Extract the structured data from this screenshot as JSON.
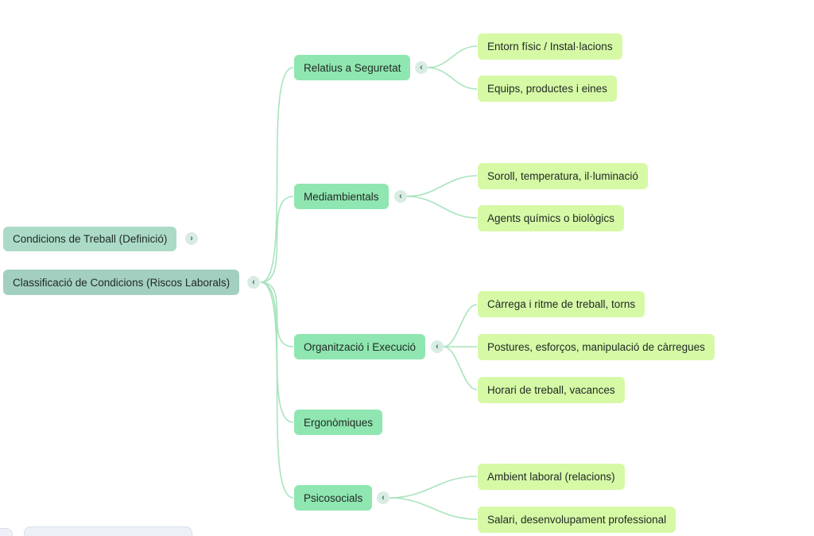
{
  "palette": {
    "background": "#ffffff",
    "root_node_fill": "#abdbc7",
    "root_node2_fill": "#a3cfc0",
    "branch_node_fill": "#8fe6b0",
    "leaf_node_fill": "#d6f9a6",
    "connector_color": "#a8e4bd",
    "toggle_fill": "#d9ece3",
    "toggle_glyph_color": "#33705a",
    "text_color": "#212a25"
  },
  "mindmap": {
    "left_nodes": [
      {
        "label": "Condicions de Treball (Definició)",
        "toggle": "›"
      },
      {
        "label": "Classificació de Condicions (Riscos Laborals)",
        "toggle": "‹"
      }
    ],
    "branches": [
      {
        "label": "Relatius a Seguretat",
        "toggle": "‹",
        "children": [
          "Entorn físic / Instal·lacions",
          "Equips, productes i eines"
        ]
      },
      {
        "label": "Mediambientals",
        "toggle": "‹",
        "children": [
          "Soroll, temperatura, il·luminació",
          "Agents químics o biològics"
        ]
      },
      {
        "label": "Organització i Execució",
        "toggle": "‹",
        "children": [
          "Càrrega i ritme de treball, torns",
          "Postures, esforços, manipulació de càrregues",
          "Horari de treball, vacances"
        ]
      },
      {
        "label": "Ergonòmiques",
        "toggle": "",
        "children": []
      },
      {
        "label": "Psicosocials",
        "toggle": "‹",
        "children": [
          "Ambient laboral (relacions)",
          "Salari, desenvolupament professional"
        ]
      }
    ]
  }
}
